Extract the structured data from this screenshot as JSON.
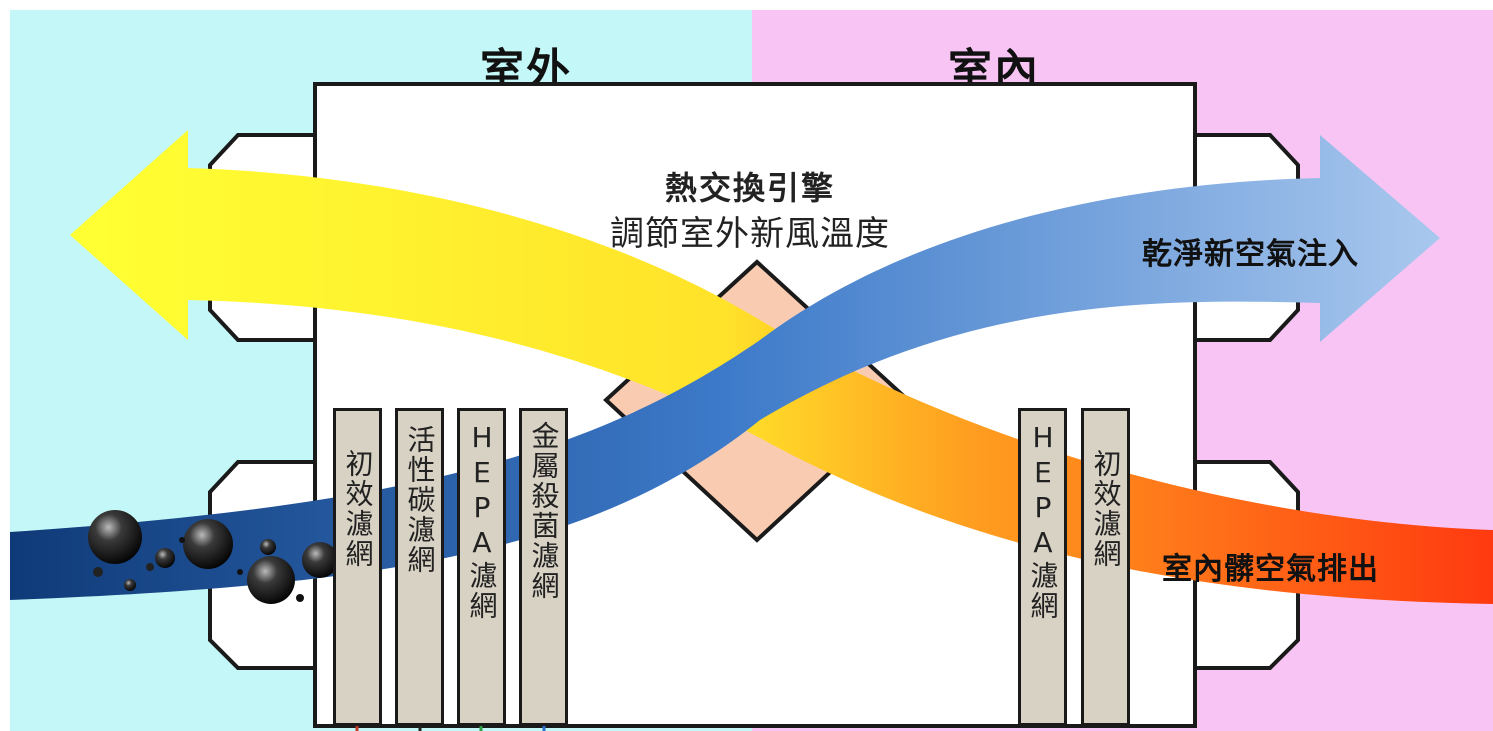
{
  "zones": {
    "outdoor": "室外",
    "indoor": "室內"
  },
  "core": {
    "title": "熱交換引擎",
    "subtitle": "調節室外新風溫度"
  },
  "flows": {
    "fresh_air": "乾淨新空氣注入",
    "exhaust_air": "室內髒空氣排出"
  },
  "filters": {
    "outdoor": [
      "初效濾網",
      "活性碳濾網",
      "HEPA濾網",
      "金屬殺菌濾網"
    ],
    "indoor": [
      "HEPA濾網",
      "初效濾網"
    ]
  },
  "colors": {
    "outdoor_bg": "#c4f7f7",
    "indoor_bg": "#f7c4f4",
    "exhaust_start": "#ffff33",
    "exhaust_end": "#ff3a10",
    "fresh_start": "#0f3a78",
    "fresh_end": "#a9c8ee",
    "core": "#f9ccb2",
    "filter": "#d8d2c4"
  }
}
